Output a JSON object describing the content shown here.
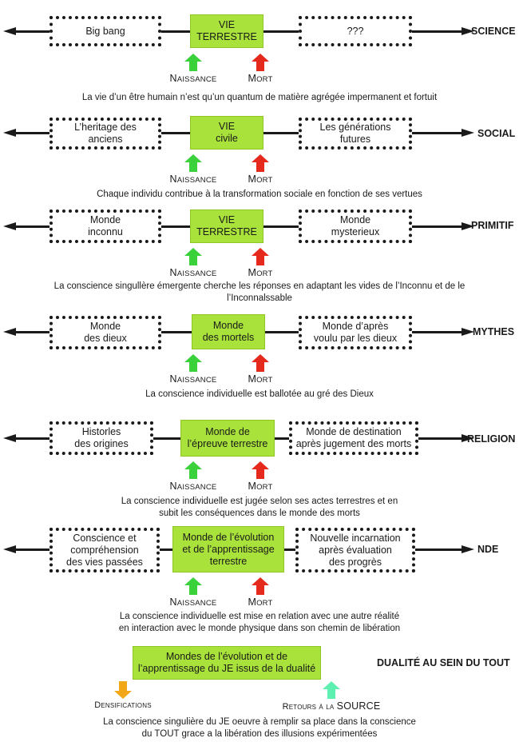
{
  "colors": {
    "green_box": "#a8e23a",
    "birth_arrow": "#3bd13b",
    "death_arrow": "#e52a1d",
    "densification_arrow": "#f2a718",
    "source_arrow": "#5ef0b0"
  },
  "markers": {
    "birth": "Naissance",
    "death": "Mort"
  },
  "rows": [
    {
      "label": "SCIENCE",
      "left": "Big bang",
      "middle": "VIE\nTERRESTRE",
      "right": "???",
      "caption": "La vie d’un être humain n’est qu’un quantum de matière agrégée impermanent et fortuit"
    },
    {
      "label": "SOCIAL",
      "left": "L’heritage des\nanciens",
      "middle": "VIE\ncivile",
      "right": "Les générations\nfutures",
      "caption": "Chaque individu contribue à la transformation sociale en fonction de ses vertues"
    },
    {
      "label": "PRIMITIF",
      "left": "Monde\ninconnu",
      "middle": "VIE\nTERRESTRE",
      "right": "Monde\nmysterieux",
      "caption": "La conscience singullère émergente cherche les réponses en adaptant les vides de l’Inconnu et de le\nl’Inconnalssable"
    },
    {
      "label": "MYTHES",
      "left": "Monde\ndes dieux",
      "middle": "Monde\ndes mortels",
      "right": "Monde d’après\nvoulu par les dieux",
      "caption": "La conscience individuelle est ballotée au gré des Dieux"
    },
    {
      "label": "RELIGION",
      "left": "Historles\ndes origines",
      "middle": "Monde de\nl’épreuve terrestre",
      "right": "Monde de destination\naprès jugement des morts",
      "caption": "La conscience individuelle est jugée selon ses actes terrestres et en\nsubit les conséquences dans le monde des morts"
    },
    {
      "label": "NDE",
      "left": "Conscience et\ncompréhension\ndes vies passées",
      "middle": "Monde de l’évolution\net de l’apprentissage\nterrestre",
      "right": "Nouvelle incarnation\naprès évaluation\ndes progrès",
      "caption": "La conscience individuelle est mise en relation avec une autre réalité\nen interaction avec le monde physique dans son chemin de libération"
    }
  ],
  "final": {
    "label": "DUALITÉ AU SEIN DU TOUT",
    "box": "Mondes de l’évolution et de\nl’apprentissage du JE issus de la dualité",
    "left_marker": "Densifications",
    "right_marker_prefix": "Retours à la",
    "right_marker_suffix": "SOURCE",
    "caption": "La conscience singulière du JE oeuvre à remplir sa place dans la conscience\ndu TOUT grace a la libération des illusions expérimentées"
  }
}
